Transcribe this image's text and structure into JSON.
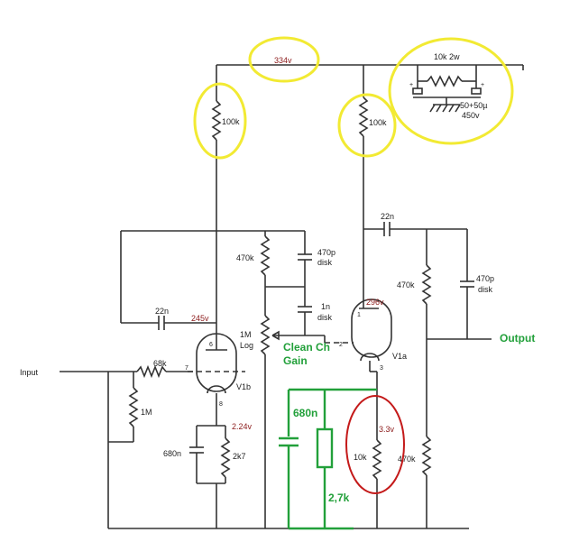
{
  "labels": {
    "b_plus": "334v",
    "r_plate_left": "100k",
    "r_plate_right": "100k",
    "r_filter": "10k 2w",
    "plus_sign": "+",
    "c_filter_value": "50+50µ",
    "c_filter_voltage": "450v",
    "c_22n": "22n",
    "c_470p": "470p",
    "disk": "disk",
    "c_1n": "1n",
    "r_470k": "470k",
    "r_470k_lower": "470k",
    "pot_value": "1M",
    "pot_taper": "Log",
    "clean_gain_line1": "Clean Ch",
    "clean_gain_line2": "Gain",
    "v_plate_v1b": "245v",
    "v_plate_v1a": "296v",
    "pin1": "1",
    "pin2": "2",
    "pin3": "3",
    "pin6": "6",
    "pin7": "7",
    "pin8": "8",
    "tube_v1b": "V1b",
    "tube_v1a": "V1a",
    "input": "Input",
    "output": "Output",
    "r_68k": "68k",
    "r_1m": "1M",
    "v_cathode_v1b": "2.24v",
    "c_680n": "680n",
    "r_2k7": "2k7",
    "r_10k": "10k",
    "v_cathode_v1a": "3.3v",
    "green_cap": "680n",
    "green_res": "2,7k"
  }
}
